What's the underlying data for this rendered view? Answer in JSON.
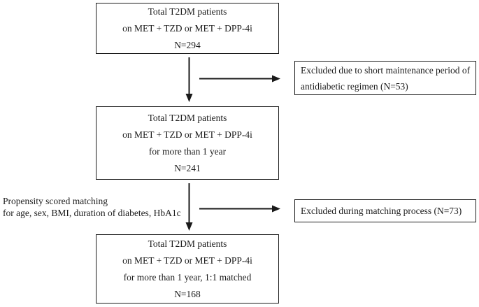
{
  "flowchart": {
    "boxes": {
      "top": {
        "lines": [
          "Total T2DM patients",
          "on MET + TZD or MET + DPP-4i",
          "N=294"
        ]
      },
      "excluded1": {
        "lines": [
          "Excluded due to short maintenance period of",
          "antidiabetic regimen (N=53)"
        ]
      },
      "middle": {
        "lines": [
          "Total T2DM patients",
          "on MET + TZD or MET + DPP-4i",
          "for more than 1 year",
          "N=241"
        ]
      },
      "excluded2": {
        "lines": [
          "Excluded during matching process (N=73)"
        ]
      },
      "bottom": {
        "lines": [
          "Total T2DM patients",
          "on MET + TZD or MET + DPP-4i",
          "for more than 1 year, 1:1 matched",
          "N=168"
        ]
      }
    },
    "annotation": {
      "lines": [
        "Propensity scored matching",
        "for age, sex, BMI, duration of diabetes, HbA1c"
      ]
    },
    "counts": {
      "total": 294,
      "after_one_year": 241,
      "excluded_short_maintenance": 53,
      "excluded_matching": 73,
      "matched": 168
    },
    "colors": {
      "background": "#ffffff",
      "border": "#1d1d1d",
      "text": "#1c1c1c",
      "arrow": "#1a1a1a"
    }
  }
}
